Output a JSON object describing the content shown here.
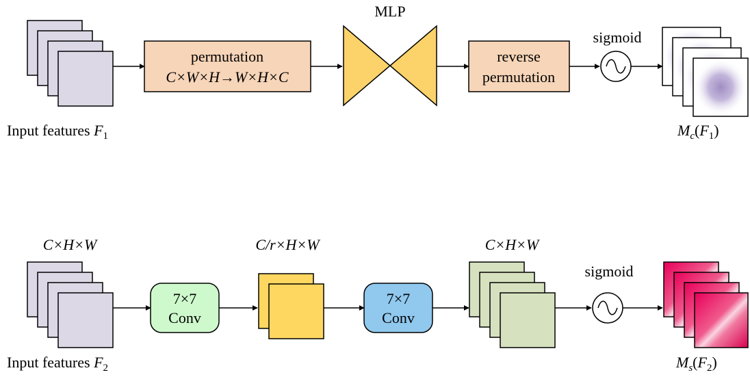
{
  "colors": {
    "feature_fill": "#dcd8e6",
    "permutation_fill": "#f7d5b8",
    "mlp_fill": "#fcd36a",
    "conv1_fill": "#cef9cc",
    "reduced_fill": "#fdd760",
    "conv2_fill": "#90c8ee",
    "spatial_feature_fill": "#d6e2bf",
    "channel_map_color": "#a08cc0",
    "spatial_map_color": "#e2245f"
  },
  "channel_branch": {
    "input_label_text": "Input features ",
    "input_label_symbol": "F",
    "input_label_subscript": "1",
    "permutation": {
      "title": "permutation",
      "formula": "C×W×H→W×H×C"
    },
    "mlp_label": "MLP",
    "reverse_permutation": {
      "line1": "reverse",
      "line2": "permutation"
    },
    "sigmoid_label": "sigmoid",
    "sigmoid_icon": "sine-wave-icon",
    "output_label": {
      "symbol": "M",
      "subscript": "c",
      "argument": "F",
      "argument_subscript": "1"
    }
  },
  "spatial_branch": {
    "input_label_text": "Input features ",
    "input_label_symbol": "F",
    "input_label_subscript": "2",
    "dim_input": "C×H×W",
    "conv1": {
      "line1": "7×7",
      "line2": "Conv"
    },
    "dim_reduced": "C/r×H×W",
    "conv2": {
      "line1": "7×7",
      "line2": "Conv"
    },
    "dim_output": "C×H×W",
    "sigmoid_label": "sigmoid",
    "sigmoid_icon": "sine-wave-icon",
    "output_label": {
      "symbol": "M",
      "subscript": "s",
      "argument": "F",
      "argument_subscript": "2"
    }
  }
}
